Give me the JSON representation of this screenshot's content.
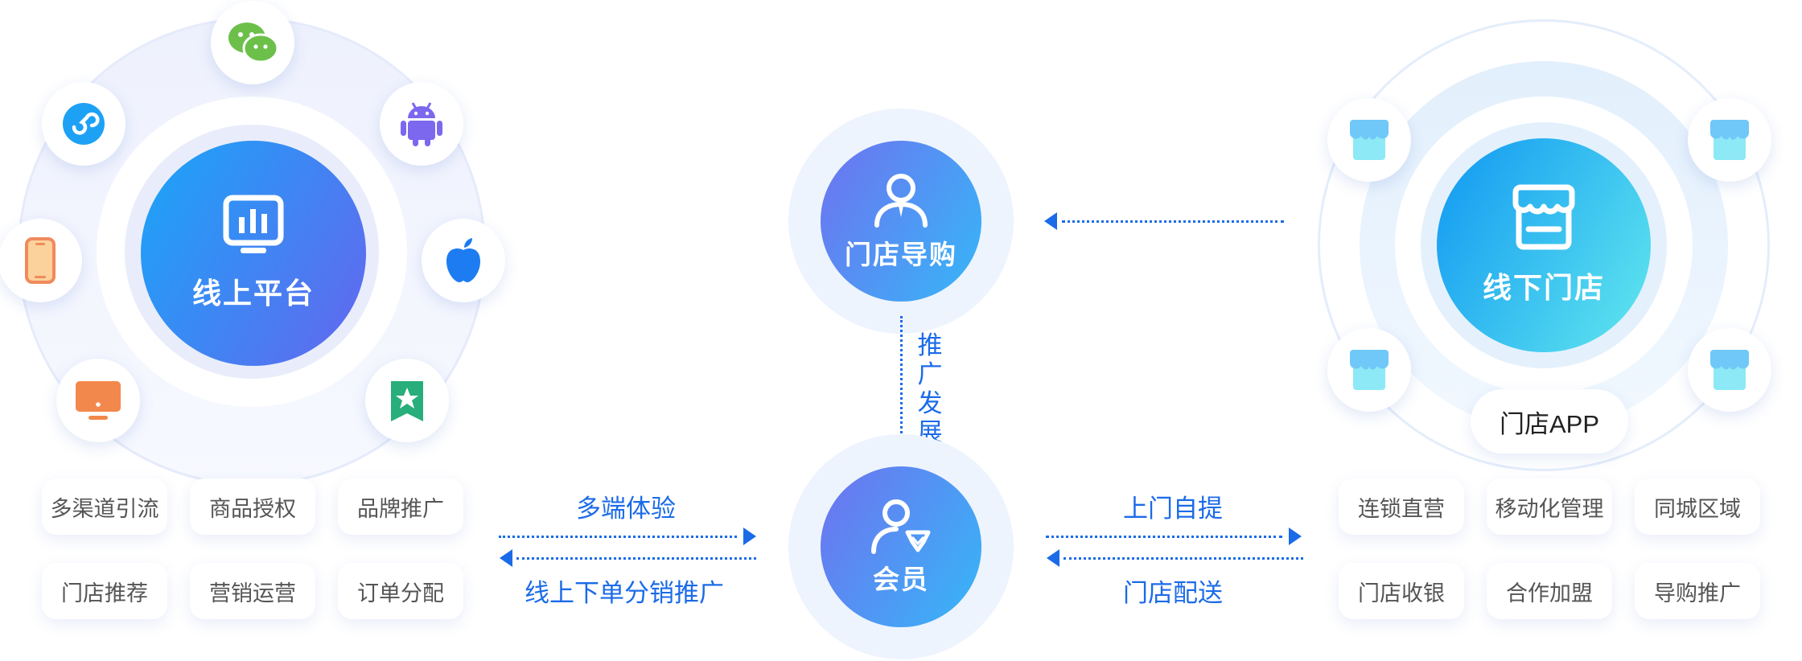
{
  "online": {
    "title": "线上平台",
    "features": [
      "多渠道引流",
      "商品授权",
      "品牌推广",
      "门店推荐",
      "营销运营",
      "订单分配"
    ],
    "channel_icons": [
      "wechat-icon",
      "mini-program-icon",
      "android-icon",
      "apple-icon",
      "mobile-phone-icon",
      "monitor-icon",
      "favorite-star-icon"
    ]
  },
  "guide": {
    "title": "门店导购"
  },
  "member": {
    "title": "会员"
  },
  "offline": {
    "title": "线下门店",
    "app_label": "门店APP",
    "features": [
      "连锁直营",
      "移动化管理",
      "同城区域",
      "门店收银",
      "合作加盟",
      "导购推广"
    ]
  },
  "links": {
    "left_top": "多端体验",
    "left_bottom": "线上下单分销推广",
    "vertical": "推广发展",
    "right_top": "上门自提",
    "right_bottom": "门店配送"
  },
  "colors": {
    "accent_blue": "#1b6be8",
    "gradient_start": "#1aa1f7",
    "gradient_end": "#6b6af0",
    "offline_start": "#129bf2",
    "offline_end": "#5ee6ee"
  }
}
